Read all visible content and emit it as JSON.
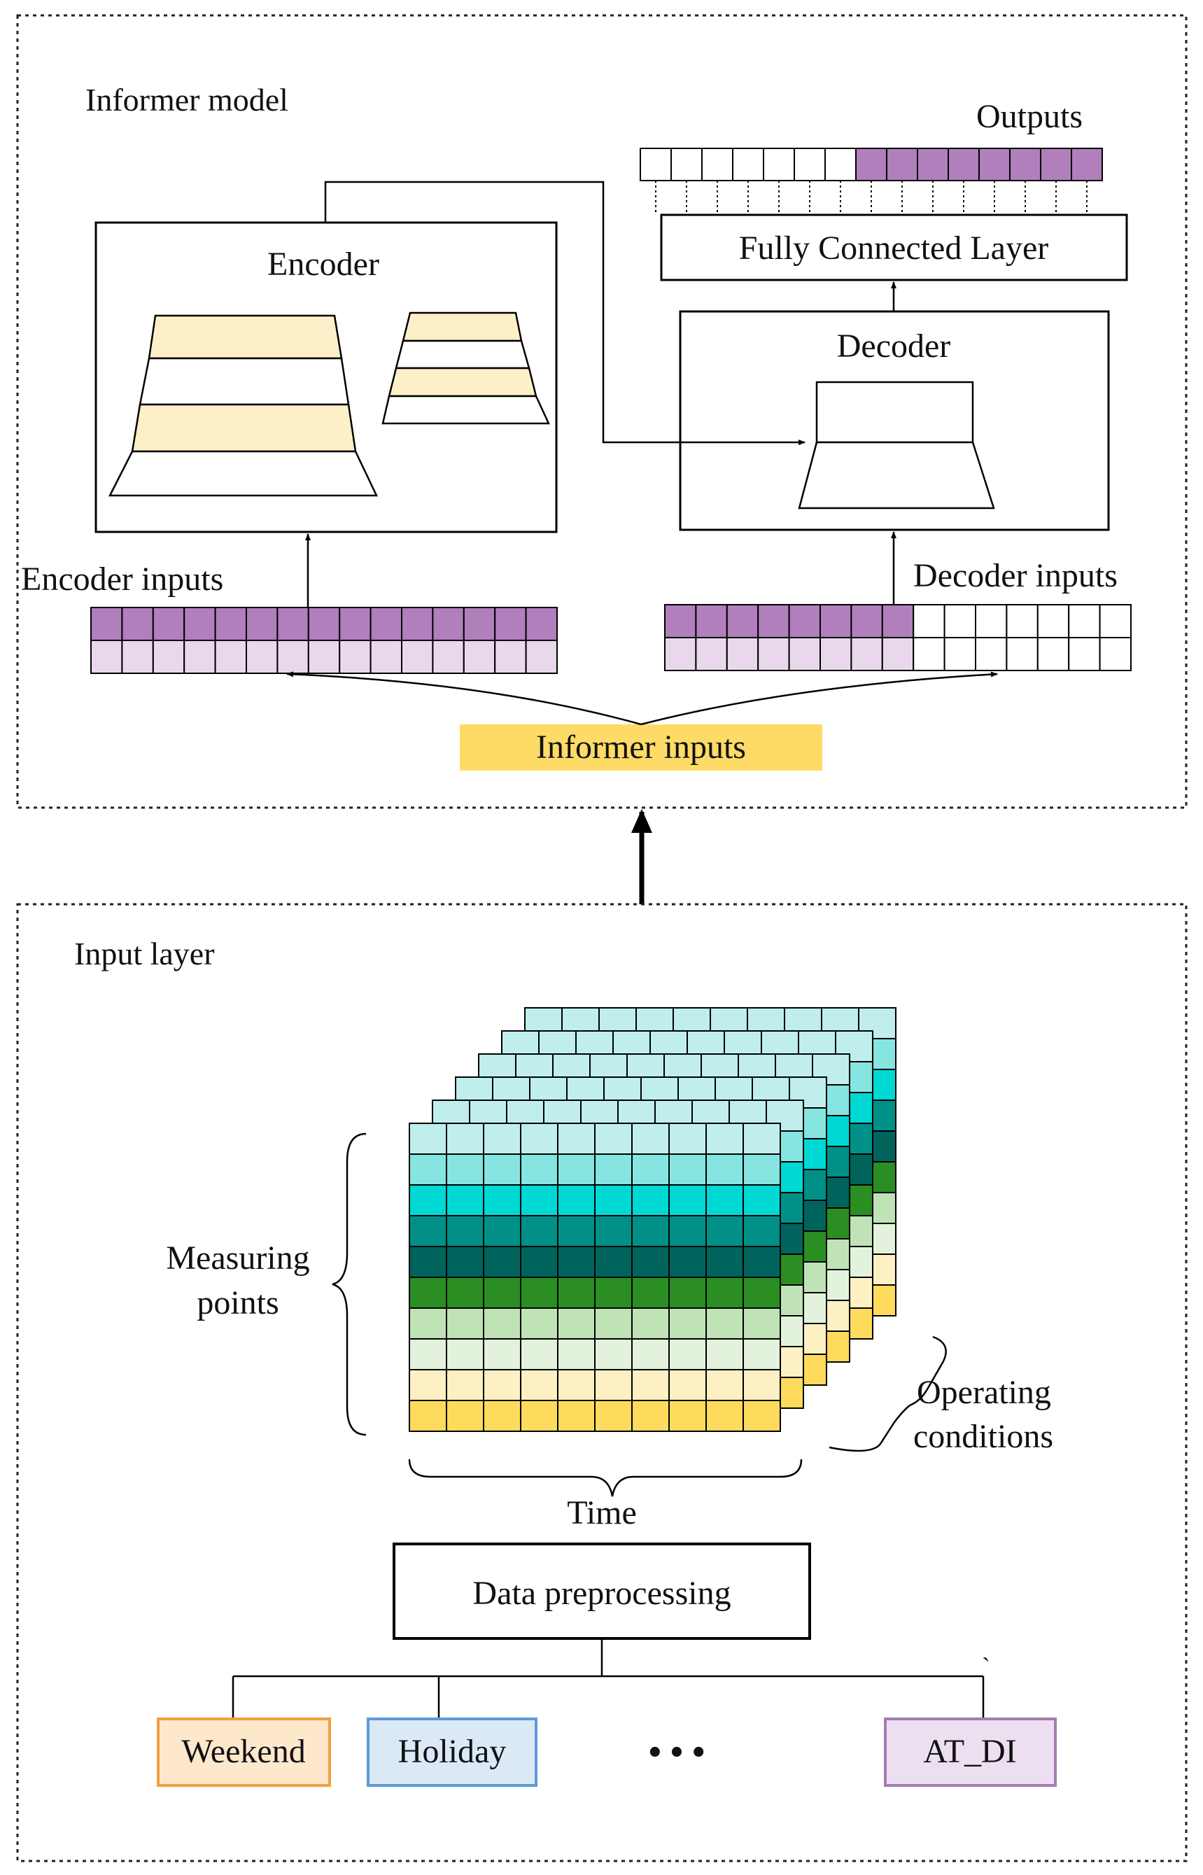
{
  "informer": {
    "title": "Informer model",
    "outputs_label": "Outputs",
    "fc_label": "Fully Connected Layer",
    "encoder_label": "Encoder",
    "decoder_label": "Decoder",
    "encoder_inputs_label": "Encoder inputs",
    "decoder_inputs_label": "Decoder inputs",
    "informer_inputs_label": "Informer inputs"
  },
  "input_layer": {
    "title": "Input layer",
    "measuring_label_line1": "Measuring",
    "measuring_label_line2": "points",
    "operating_label_line1": "Operating",
    "operating_label_line2": "conditions",
    "time_label": "Time",
    "preprocessing_label": "Data preprocessing",
    "features": [
      "Weekend",
      "Holiday",
      "AT_DI"
    ],
    "ellipsis": "• • •",
    "stray_mark": "`"
  },
  "colors": {
    "purple_dark": "#b07fbc",
    "purple_light": "#e9d8ec",
    "encoder_band": "#fdf0c8",
    "informer_inputs_fill": "#fedb66",
    "weekend_border": "#f0a040",
    "weekend_fill": "#fde8cc",
    "holiday_border": "#5b9bd5",
    "holiday_fill": "#dbe9f6",
    "at_di_border": "#a57bb4",
    "at_di_fill": "#ecdff0",
    "grid_rows": [
      "#bfeeed",
      "#86e5e0",
      "#00d8d4",
      "#009088",
      "#00645c",
      "#2a8e22",
      "#bfe3b6",
      "#e3f2dc",
      "#fdf0c3",
      "#fedb5c"
    ]
  },
  "grid": {
    "rows": 10,
    "cols": 10,
    "layers": 6
  }
}
